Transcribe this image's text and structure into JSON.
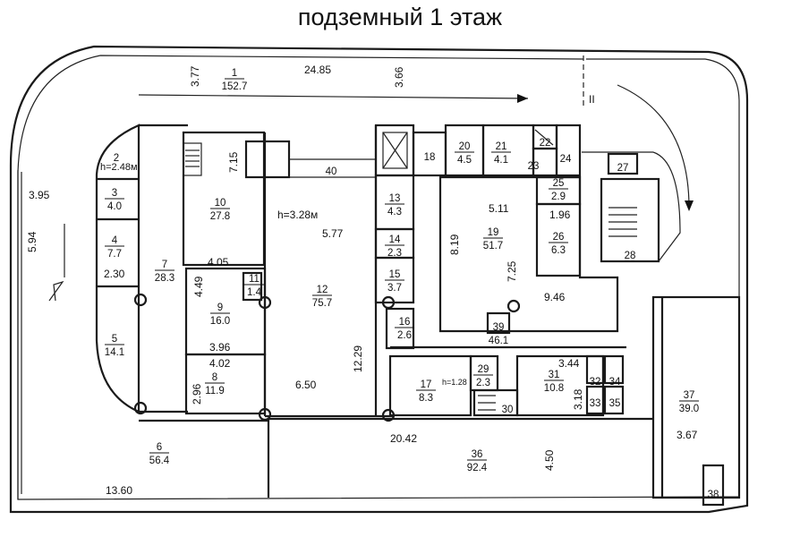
{
  "title": "подземный 1 этаж",
  "rooms": [
    {
      "no": "1",
      "area": "152.7"
    },
    {
      "no": "2",
      "area": ""
    },
    {
      "no": "3",
      "area": "4.0"
    },
    {
      "no": "4",
      "area": "7.7"
    },
    {
      "no": "5",
      "area": "14.1"
    },
    {
      "no": "6",
      "area": "56.4"
    },
    {
      "no": "7",
      "area": "28.3"
    },
    {
      "no": "8",
      "area": "11.9"
    },
    {
      "no": "9",
      "area": "16.0"
    },
    {
      "no": "10",
      "area": "27.8"
    },
    {
      "no": "11",
      "area": "1.4"
    },
    {
      "no": "12",
      "area": "75.7"
    },
    {
      "no": "13",
      "area": "4.3"
    },
    {
      "no": "14",
      "area": "2.3"
    },
    {
      "no": "15",
      "area": "3.7"
    },
    {
      "no": "16",
      "area": "2.6"
    },
    {
      "no": "17",
      "area": "8.3"
    },
    {
      "no": "18",
      "area": ""
    },
    {
      "no": "19",
      "area": "51.7"
    },
    {
      "no": "20",
      "area": "4.5"
    },
    {
      "no": "21",
      "area": "4.1"
    },
    {
      "no": "22",
      "area": ""
    },
    {
      "no": "23",
      "area": ""
    },
    {
      "no": "24",
      "area": ""
    },
    {
      "no": "25",
      "area": "2.9"
    },
    {
      "no": "26",
      "area": "6.3"
    },
    {
      "no": "27",
      "area": ""
    },
    {
      "no": "28",
      "area": ""
    },
    {
      "no": "29",
      "area": "2.3"
    },
    {
      "no": "30",
      "area": ""
    },
    {
      "no": "31",
      "area": "10.8"
    },
    {
      "no": "32",
      "area": ""
    },
    {
      "no": "33",
      "area": ""
    },
    {
      "no": "34",
      "area": ""
    },
    {
      "no": "35",
      "area": ""
    },
    {
      "no": "36",
      "area": "92.4"
    },
    {
      "no": "37",
      "area": "39.0"
    },
    {
      "no": "38",
      "area": ""
    },
    {
      "no": "39",
      "area": "46.1"
    },
    {
      "no": "40",
      "area": ""
    }
  ],
  "dims": {
    "d1": "3.77",
    "d2": "24.85",
    "d3": "3.66",
    "d4": "3.95",
    "d5": "5.94",
    "d6": "2.30",
    "d7": "7.15",
    "d8": "4.05",
    "d9": "4.49",
    "d10": "3.96",
    "d11": "4.02",
    "d12": "2.96",
    "d13": "5.77",
    "d14": "12.29",
    "d15": "6.50",
    "d16": "8.19",
    "d17": "5.11",
    "d18": "1.96",
    "d19": "7.25",
    "d20": "9.46",
    "d21": "3.44",
    "d22": "3.18",
    "d23": "3.67",
    "d24": "20.42",
    "d25": "4.50",
    "d26": "13.60"
  },
  "heights": {
    "h1": "h=2.48м",
    "h2": "h=3.28м",
    "h3": "h=1.28"
  },
  "marks": {
    "axis_label": "II"
  }
}
